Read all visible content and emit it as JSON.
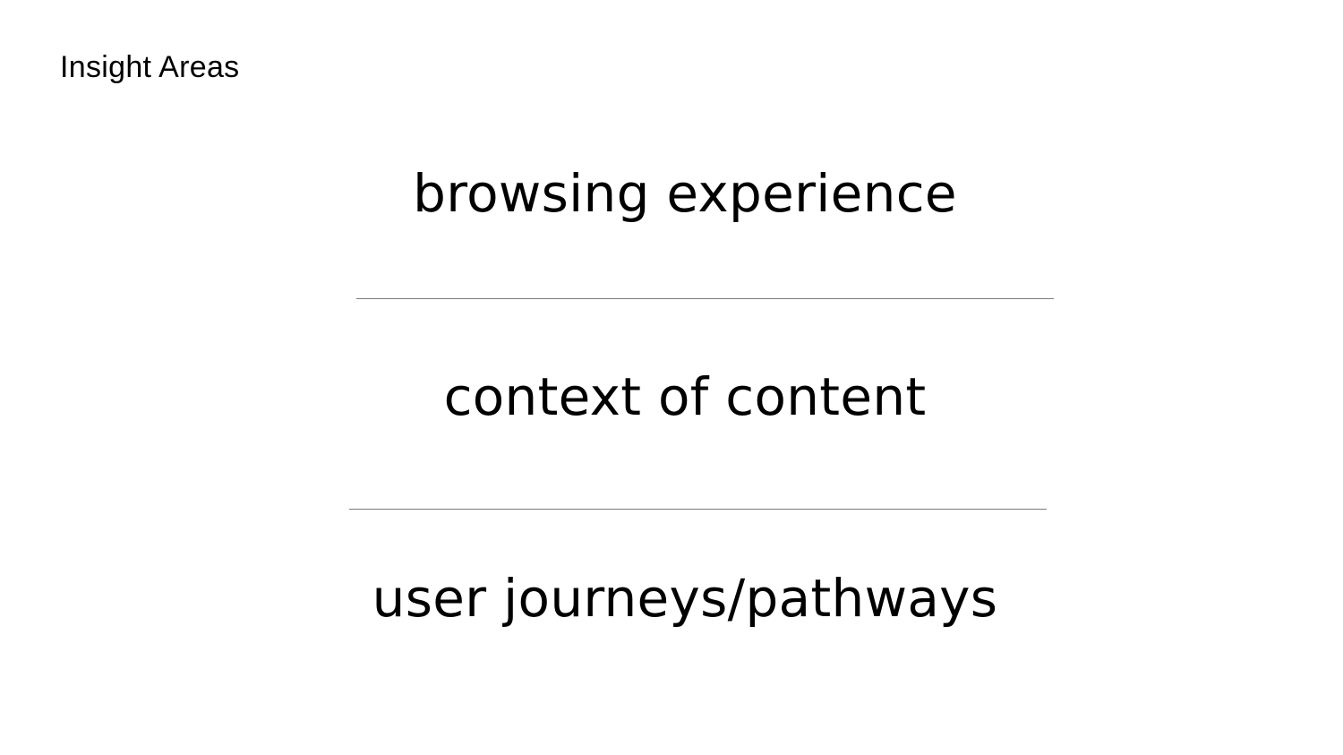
{
  "slide": {
    "title": "Insight Areas",
    "items": [
      {
        "label": "browsing experience"
      },
      {
        "label": "context of content"
      },
      {
        "label": "user journeys/pathways"
      }
    ]
  },
  "colors": {
    "background": "#ffffff",
    "text": "#000000",
    "divider": "#7a7a7a"
  }
}
